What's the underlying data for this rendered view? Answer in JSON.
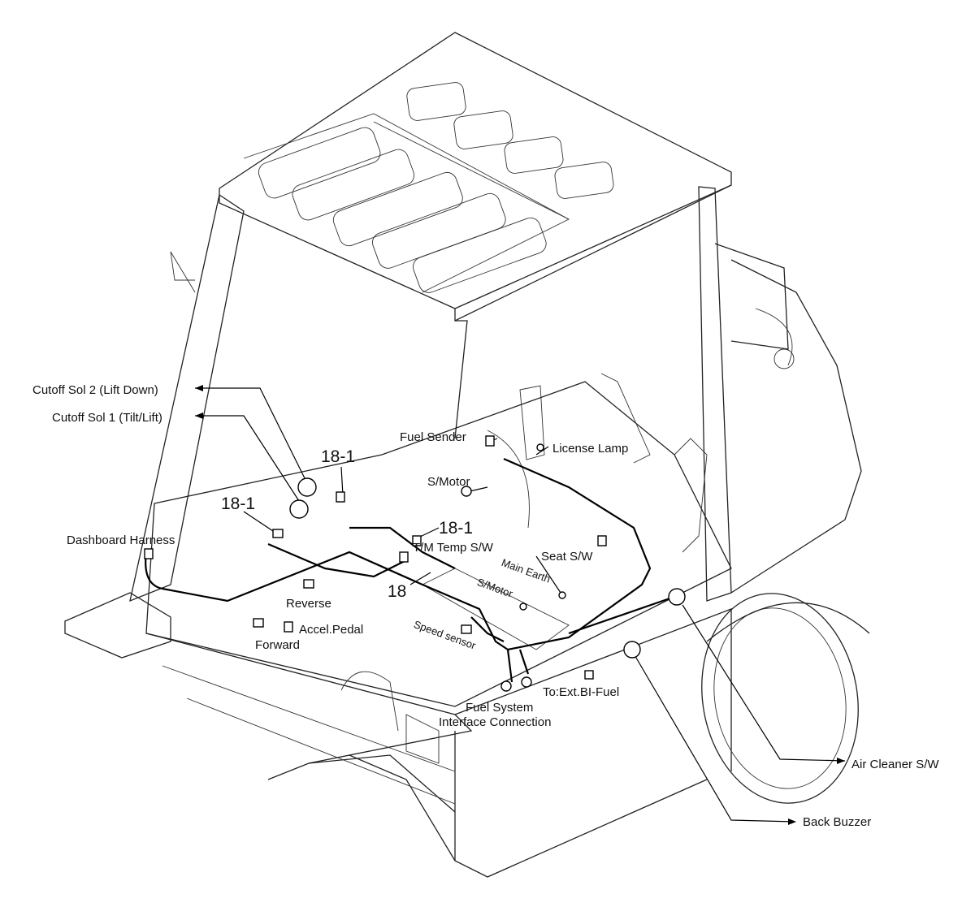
{
  "labels": {
    "cutoff_sol_2": "Cutoff Sol 2 (Lift Down)",
    "cutoff_sol_1": "Cutoff Sol 1 (Tilt/Lift)",
    "dashboard_harness": "Dashboard Harness",
    "ref_18_1_a": "18-1",
    "ref_18_1_b": "18-1",
    "ref_18_1_c": "18-1",
    "ref_18": "18",
    "fuel_sender": "Fuel Sender",
    "license_lamp": "License Lamp",
    "s_motor_top": "S/Motor",
    "tm_temp_sw": "T/M Temp S/W",
    "seat_sw": "Seat S/W",
    "main_earth": "Main Earth",
    "s_motor_mid": "S/Motor",
    "reverse": "Reverse",
    "accel_pedal": "Accel.Pedal",
    "forward": "Forward",
    "speed_sensor": "Speed sensor",
    "to_ext_bi_fuel": "To:Ext.BI-Fuel",
    "fuel_system_line1": "Fuel System",
    "fuel_system_line2": "Interface Connection",
    "air_cleaner_sw": "Air Cleaner S/W",
    "back_buzzer": "Back Buzzer"
  }
}
